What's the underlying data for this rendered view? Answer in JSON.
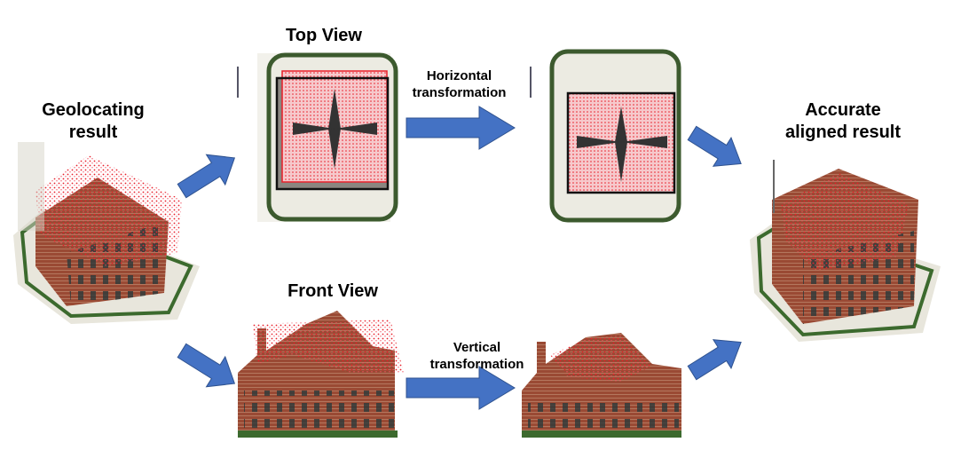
{
  "labels": {
    "geolocating_result": "Geolocating result",
    "top_view": "Top View",
    "front_view": "Front View",
    "horizontal_transformation": "Horizontal transformation",
    "vertical_transformation": "Vertical transformation",
    "accurate_aligned_result": "Accurate aligned result"
  },
  "colors": {
    "arrow": "#4472C4",
    "arrow_edge": "#2F528F",
    "point_cloud": "#E8202A",
    "brick": "#9A4A34"
  }
}
